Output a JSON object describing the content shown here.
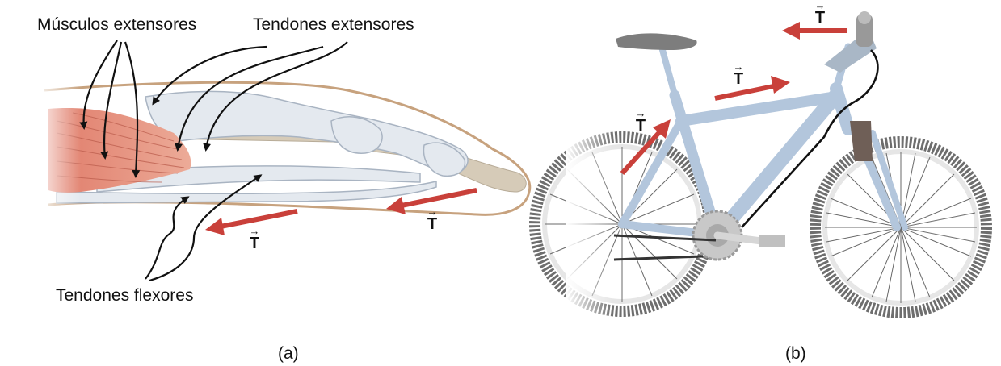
{
  "panel_a": {
    "labels": {
      "extensor_muscles": "Músculos extensores",
      "extensor_tendons": "Tendones extensores",
      "flexor_tendons": "Tendones flexores"
    },
    "tension_symbol": "T",
    "vector_mark": "→",
    "caption": "(a)"
  },
  "panel_b": {
    "tension_symbol": "T",
    "vector_mark": "→",
    "caption": "(b)"
  },
  "colors": {
    "tension_arrow": "#c9403a",
    "muscle": "#e28a78",
    "tendon": "#e4e9ef",
    "bone": "#d6cbb8",
    "skin_outline": "#c7a27e",
    "bike_frame": "#b3c6dc",
    "tire": "#6e6e6e",
    "cable": "#111111"
  }
}
